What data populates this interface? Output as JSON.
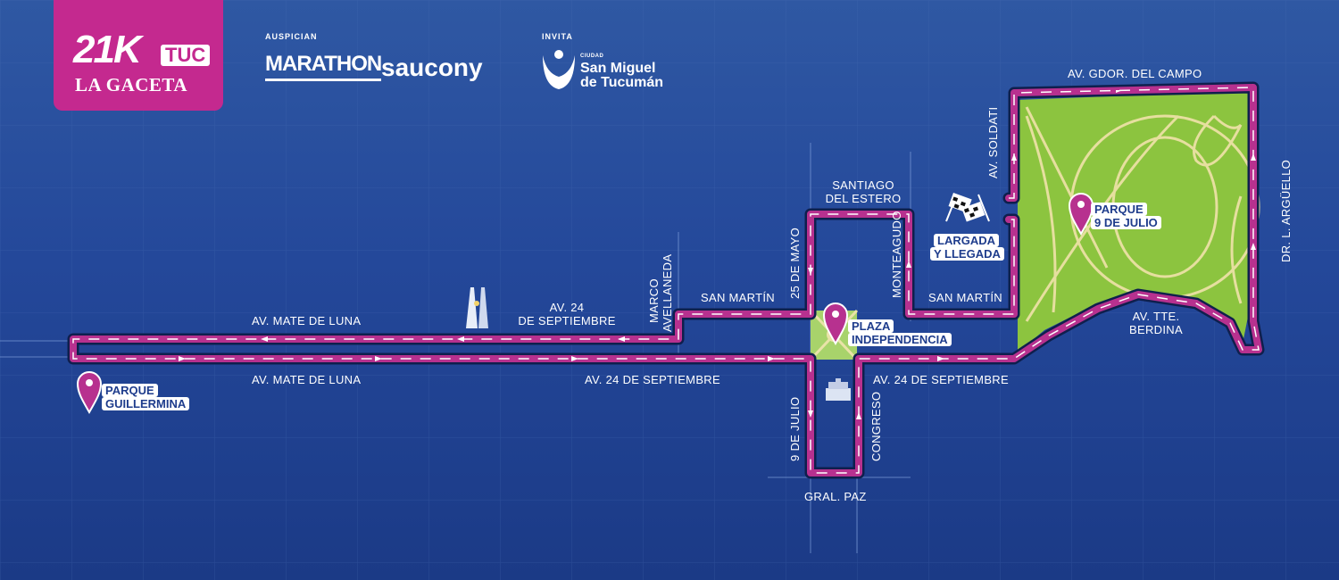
{
  "header": {
    "logo_21k": "21K",
    "logo_tuc": "TUC",
    "logo_gaceta": "LA GACETA",
    "sponsors_caption": "AUSPICIAN",
    "sponsor_1": "MARATHON",
    "sponsor_2": "saucony",
    "invite_caption": "INVITA",
    "city_small": "CIUDAD",
    "city_name_1": "San Miguel",
    "city_name_2": "de Tucumán"
  },
  "streets": {
    "gdor_del_campo": "AV. GDOR. DEL CAMPO",
    "soldati": "AV. SOLDATI",
    "arguello": "DR. L. ARGÜELLO",
    "santiago_1": "SANTIAGO",
    "santiago_2": "DEL ESTERO",
    "monteagudo": "MONTEAGUDO",
    "mayo": "25 DE MAYO",
    "san_martin_1": "SAN MARTÍN",
    "san_martin_2": "SAN MARTÍN",
    "marco_1": "MARCO",
    "marco_2": "AVELLANEDA",
    "av24_top_1": "AV. 24",
    "av24_top_2": "DE SEPTIEMBRE",
    "mate_top": "AV. MATE DE LUNA",
    "mate_bottom": "AV. MATE DE LUNA",
    "av24_mid": "AV. 24 DE SEPTIEMBRE",
    "av24_right": "AV. 24 DE SEPTIEMBRE",
    "berdina_1": "AV. TTE.",
    "berdina_2": "BERDINA",
    "nueve_julio": "9 DE JULIO",
    "congreso": "CONGRESO",
    "gral_paz": "GRAL. PAZ"
  },
  "places": {
    "parque_9_julio_1": "PARQUE",
    "parque_9_julio_2": "9 DE JULIO",
    "plaza_1": "PLAZA",
    "plaza_2": "INDEPENDENCIA",
    "guillermina_1": "PARQUE",
    "guillermina_2": "GUILLERMINA",
    "largada_1": "LARGADA",
    "largada_2": "Y LLEGADA"
  },
  "colors": {
    "background": "#2a4f9e",
    "route": "#b7318f",
    "route_outline": "#0f1f4d",
    "park": "#8cc43f",
    "park_paths": "#e6df9f",
    "pin": "#b7318f",
    "text": "#ffffff"
  }
}
